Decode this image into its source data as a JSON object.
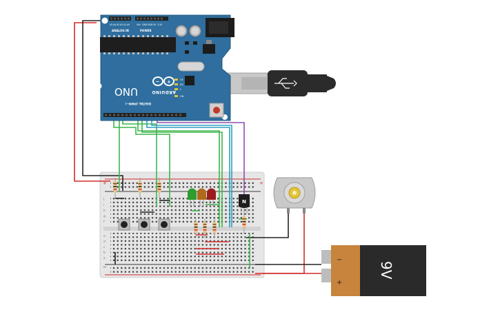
{
  "arduino": {
    "brand": "ARDUINO",
    "model": "UNO",
    "header_analog": "ANALOG IN",
    "header_power": "POWER",
    "header_digital": "DIGITAL (PWM~)",
    "analog_pins": [
      "A5",
      "A4",
      "A3",
      "A2",
      "A1",
      "A0"
    ],
    "power_pins": [
      "VIN",
      "GND",
      "GND",
      "5V",
      "3.3V",
      "RESET",
      "IOREF"
    ],
    "led_tx": "TX",
    "led_rx": "RX",
    "led_l": "L",
    "led_on": "ON",
    "board_color": "#2f6e9e",
    "header_color": "#222222"
  },
  "usb": {
    "connector_color": "#2b2b2b"
  },
  "breadboard": {
    "plus_label": "+",
    "minus_label": "−",
    "row_letters_top": [
      "j",
      "i",
      "h",
      "g",
      "f"
    ],
    "row_letters_bottom": [
      "e",
      "d",
      "c",
      "b",
      "a"
    ]
  },
  "transistor": {
    "label": "N"
  },
  "battery": {
    "label": "9V",
    "neg_label": "−",
    "pos_label": "+",
    "body_color": "#c8843c"
  },
  "leds": [
    {
      "color": "#2e9c2e"
    },
    {
      "color": "#b06a1c"
    },
    {
      "color": "#9c1c1c"
    }
  ],
  "wire_colors": {
    "red": "#d42a2a",
    "black": "#222222",
    "green": "#3bb54a",
    "teal": "#2e9fc0",
    "purple": "#8d4ab0"
  }
}
